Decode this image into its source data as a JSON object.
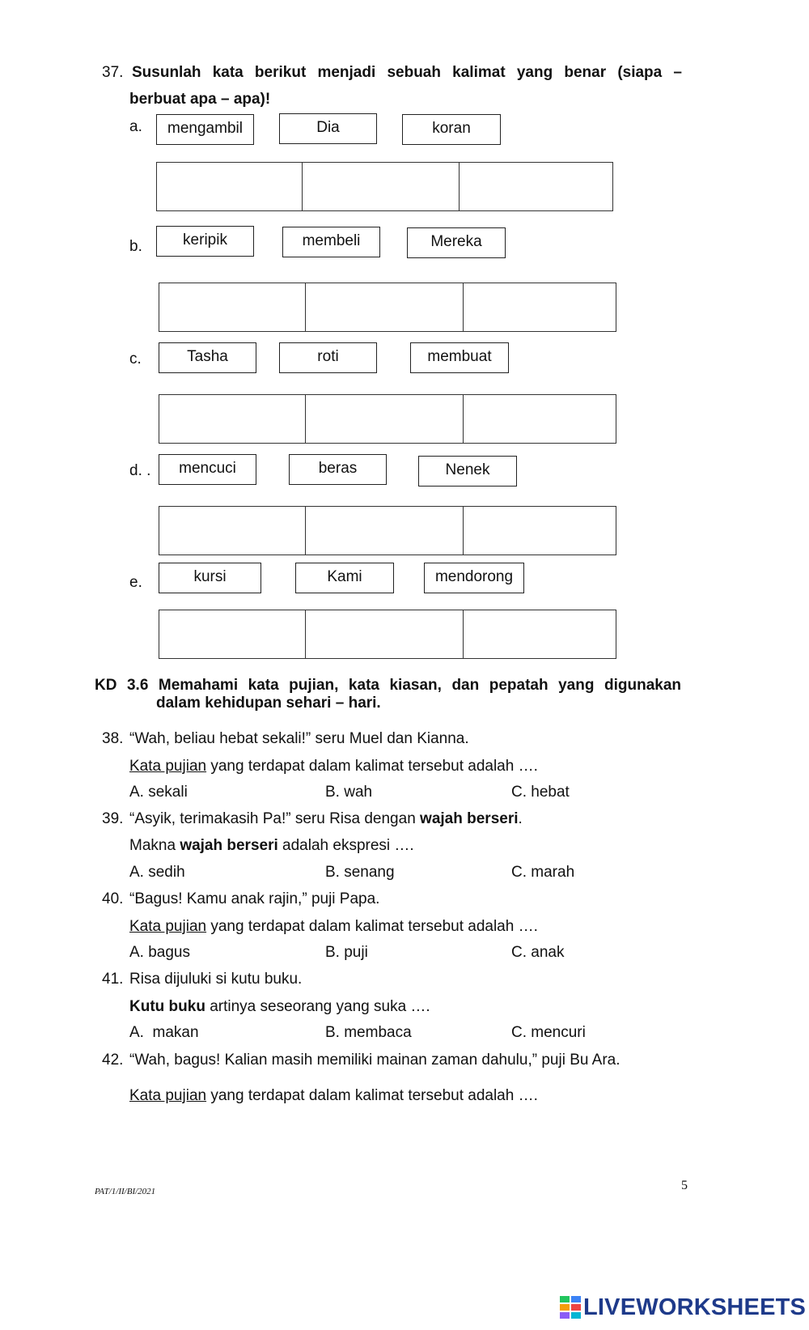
{
  "q37": {
    "number": "37.",
    "title_line1": "Susunlah kata berikut menjadi sebuah kalimat yang benar (siapa –",
    "title_line2": "berbuat apa – apa)!",
    "items": [
      {
        "letter": "a.",
        "words": [
          "mengambil",
          "Dia",
          "koran"
        ]
      },
      {
        "letter": "b.",
        "words": [
          "keripik",
          "membeli",
          "Mereka"
        ]
      },
      {
        "letter": "c.",
        "words": [
          "Tasha",
          "roti",
          "membuat"
        ]
      },
      {
        "letter": "d. .",
        "words": [
          "mencuci",
          "beras",
          "Nenek"
        ]
      },
      {
        "letter": "e.",
        "words": [
          "kursi",
          "Kami",
          "mendorong"
        ]
      }
    ]
  },
  "kd": {
    "line1": "KD 3.6 Memahami kata pujian, kata kiasan, dan pepatah yang digunakan",
    "line2": "dalam kehidupan sehari – hari."
  },
  "q38": {
    "number": "38.",
    "stem": "“Wah, beliau hebat sekali!” seru Muel dan Kianna.",
    "prompt_u": "Kata pujian",
    "prompt_rest": " yang terdapat dalam kalimat tersebut adalah ….",
    "options": [
      "A. sekali",
      "B. wah",
      "C. hebat"
    ]
  },
  "q39": {
    "number": "39.",
    "stem_a": "“Asyik, terimakasih Pa!” seru Risa dengan ",
    "stem_b": "wajah berseri",
    "stem_c": ".",
    "prompt_a": "Makna ",
    "prompt_b": "wajah berseri",
    "prompt_c": " adalah ekspresi ….",
    "options": [
      "A. sedih",
      "B. senang",
      "C. marah"
    ]
  },
  "q40": {
    "number": "40.",
    "stem": "“Bagus! Kamu anak rajin,” puji Papa.",
    "prompt_u": "Kata pujian",
    "prompt_rest": " yang terdapat dalam kalimat tersebut adalah ….",
    "options": [
      "A. bagus",
      "B. puji",
      "C. anak"
    ]
  },
  "q41": {
    "number": "41.",
    "stem": "Risa dijuluki si kutu buku.",
    "prompt_b": "Kutu buku",
    "prompt_rest": " artinya seseorang yang suka ….",
    "options": [
      "A.  makan",
      "B. membaca",
      "C. mencuri"
    ]
  },
  "q42": {
    "number": "42.",
    "stem": "“Wah, bagus! Kalian masih memiliki mainan zaman dahulu,” puji Bu Ara.",
    "prompt_u": "Kata pujian",
    "prompt_rest": " yang terdapat dalam kalimat tersebut adalah …."
  },
  "footer": {
    "code": "PAT/1/II/BI/2021",
    "page": "5"
  },
  "watermark": {
    "text": "LIVEWORKSHEETS",
    "color": "#1e3a8a"
  }
}
